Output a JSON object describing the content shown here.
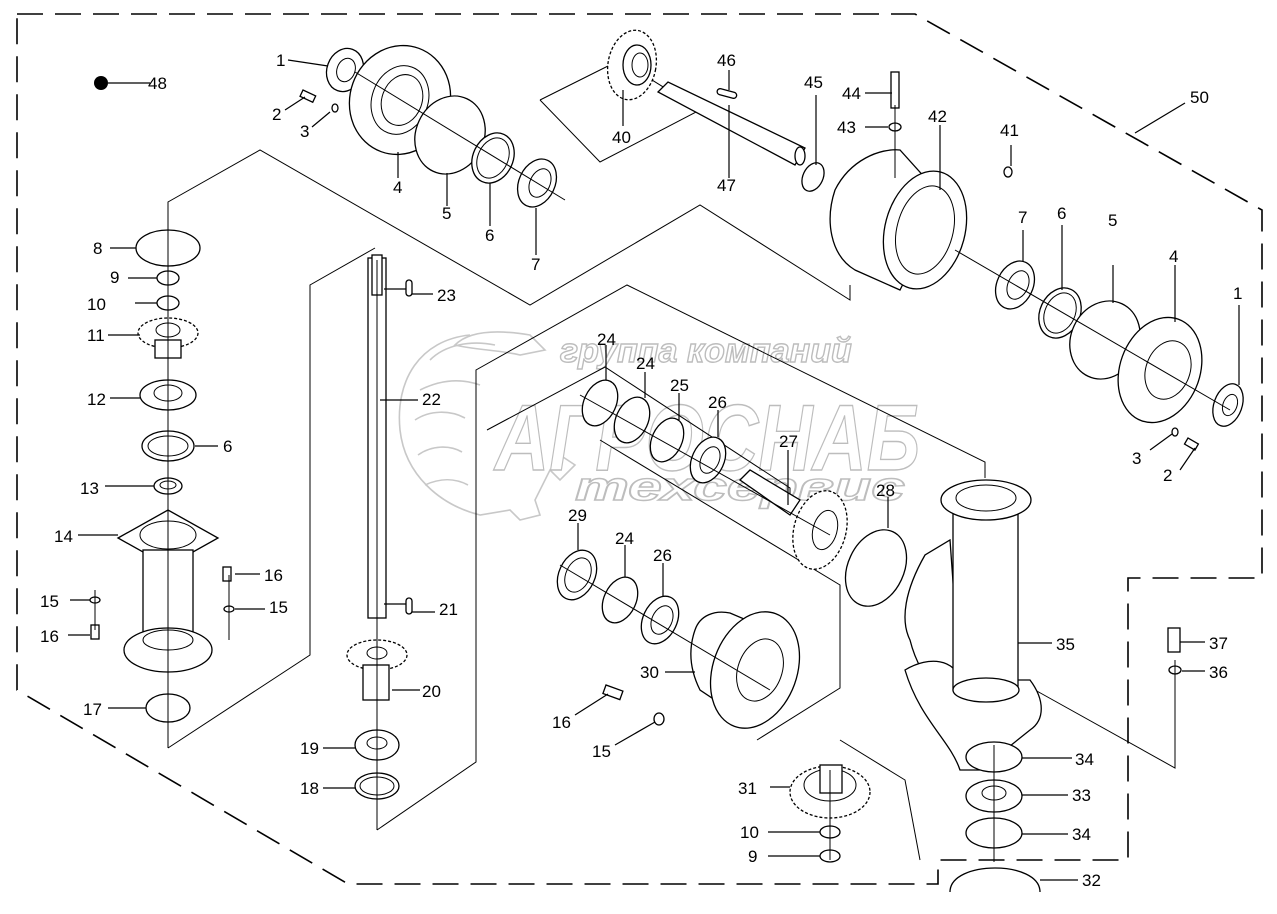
{
  "diagram": {
    "type": "exploded-parts-diagram",
    "subject": "bevel gearbox assembly",
    "watermark": {
      "line1": "группа компаний",
      "line2": "АГРОСНАБ",
      "line3": "техсервис",
      "color": "#c8c8c8"
    },
    "legend_marker": {
      "label": "48",
      "symbol": "filled-dot"
    },
    "assembly_label": "50",
    "callouts": [
      {
        "id": "c1a",
        "text": "1"
      },
      {
        "id": "c2a",
        "text": "2"
      },
      {
        "id": "c3a",
        "text": "3"
      },
      {
        "id": "c4a",
        "text": "4"
      },
      {
        "id": "c5a",
        "text": "5"
      },
      {
        "id": "c6a",
        "text": "6"
      },
      {
        "id": "c7a",
        "text": "7"
      },
      {
        "id": "c40",
        "text": "40"
      },
      {
        "id": "c46",
        "text": "46"
      },
      {
        "id": "c47",
        "text": "47"
      },
      {
        "id": "c45",
        "text": "45"
      },
      {
        "id": "c44",
        "text": "44"
      },
      {
        "id": "c43",
        "text": "43"
      },
      {
        "id": "c42",
        "text": "42"
      },
      {
        "id": "c41",
        "text": "41"
      },
      {
        "id": "c50",
        "text": "50"
      },
      {
        "id": "c7b",
        "text": "7"
      },
      {
        "id": "c6b",
        "text": "6"
      },
      {
        "id": "c5b",
        "text": "5"
      },
      {
        "id": "c4b",
        "text": "4"
      },
      {
        "id": "c1b",
        "text": "1"
      },
      {
        "id": "c3b",
        "text": "3"
      },
      {
        "id": "c2b",
        "text": "2"
      },
      {
        "id": "c8",
        "text": "8"
      },
      {
        "id": "c9a",
        "text": "9"
      },
      {
        "id": "c10a",
        "text": "10"
      },
      {
        "id": "c11",
        "text": "11"
      },
      {
        "id": "c12",
        "text": "12"
      },
      {
        "id": "c6c",
        "text": "6"
      },
      {
        "id": "c13",
        "text": "13"
      },
      {
        "id": "c14",
        "text": "14"
      },
      {
        "id": "c16a",
        "text": "16"
      },
      {
        "id": "c15a",
        "text": "15"
      },
      {
        "id": "c15b",
        "text": "15"
      },
      {
        "id": "c16b",
        "text": "16"
      },
      {
        "id": "c17",
        "text": "17"
      },
      {
        "id": "c23",
        "text": "23"
      },
      {
        "id": "c22",
        "text": "22"
      },
      {
        "id": "c21",
        "text": "21"
      },
      {
        "id": "c20",
        "text": "20"
      },
      {
        "id": "c19",
        "text": "19"
      },
      {
        "id": "c18",
        "text": "18"
      },
      {
        "id": "c24a",
        "text": "24"
      },
      {
        "id": "c24b",
        "text": "24"
      },
      {
        "id": "c25",
        "text": "25"
      },
      {
        "id": "c26a",
        "text": "26"
      },
      {
        "id": "c27",
        "text": "27"
      },
      {
        "id": "c28",
        "text": "28"
      },
      {
        "id": "c29",
        "text": "29"
      },
      {
        "id": "c24c",
        "text": "24"
      },
      {
        "id": "c26b",
        "text": "26"
      },
      {
        "id": "c30",
        "text": "30"
      },
      {
        "id": "c16c",
        "text": "16"
      },
      {
        "id": "c15c",
        "text": "15"
      },
      {
        "id": "c35",
        "text": "35"
      },
      {
        "id": "c37",
        "text": "37"
      },
      {
        "id": "c36",
        "text": "36"
      },
      {
        "id": "c31",
        "text": "31"
      },
      {
        "id": "c10b",
        "text": "10"
      },
      {
        "id": "c9b",
        "text": "9"
      },
      {
        "id": "c34a",
        "text": "34"
      },
      {
        "id": "c33",
        "text": "33"
      },
      {
        "id": "c34b",
        "text": "34"
      },
      {
        "id": "c32",
        "text": "32"
      }
    ]
  }
}
